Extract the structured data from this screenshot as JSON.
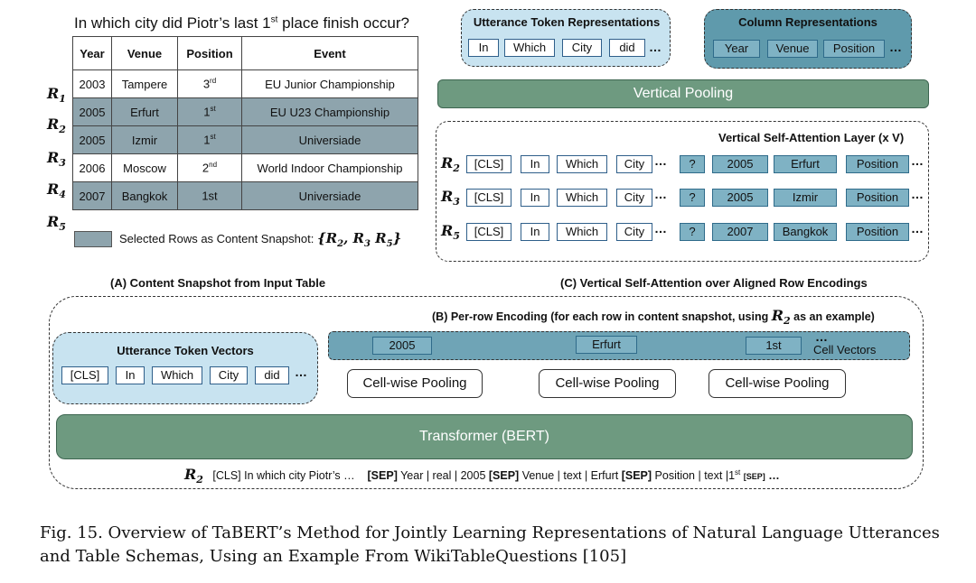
{
  "question": "In which city did Piotr’s last 1",
  "question_sup": "st",
  "question_end": " place finish occur?",
  "table": {
    "headers": [
      "Year",
      "Venue",
      "Position",
      "Event"
    ],
    "rows": [
      {
        "label": "R",
        "sub": "1",
        "year": "2003",
        "venue": "Tampere",
        "pos": "3",
        "pos_sup": "rd",
        "event": "EU Junior Championship",
        "selected": false
      },
      {
        "label": "R",
        "sub": "2",
        "year": "2005",
        "venue": "Erfurt",
        "pos": "1",
        "pos_sup": "st",
        "event": "EU U23 Championship",
        "selected": true
      },
      {
        "label": "R",
        "sub": "3",
        "year": "2005",
        "venue": "Izmir",
        "pos": "1",
        "pos_sup": "st",
        "event": "Universiade",
        "selected": true
      },
      {
        "label": "R",
        "sub": "4",
        "year": "2006",
        "venue": "Moscow",
        "pos": "2",
        "pos_sup": "nd",
        "event": "World Indoor Championship",
        "selected": false
      },
      {
        "label": "R",
        "sub": "5",
        "year": "2007",
        "venue": "Bangkok",
        "pos": "1st",
        "pos_sup": "",
        "event": "Universiade",
        "selected": true
      }
    ]
  },
  "legend_text": "Selected Rows as Content Snapshot: ",
  "legend_math": "{R",
  "label_a": "(A) Content Snapshot from Input Table",
  "label_c": "(C) Vertical Self-Attention over Aligned Row Encodings",
  "utterance_repr_title": "Utterance Token Representations",
  "utterance_repr_tokens": [
    "In",
    "Which",
    "City",
    "did"
  ],
  "column_repr_title": "Column Representations",
  "column_repr_tokens": [
    "Year",
    "Venue",
    "Position"
  ],
  "vertical_pooling": "Vertical Pooling",
  "vsa_title": "Vertical Self-Attention Layer (x V)",
  "vsa_rows": [
    {
      "label": "R",
      "sub": "2",
      "tokens": [
        "[CLS]",
        "In",
        "Which",
        "City"
      ],
      "q": "?",
      "year": "2005",
      "venue": "Erfurt",
      "col": "Position"
    },
    {
      "label": "R",
      "sub": "3",
      "tokens": [
        "[CLS]",
        "In",
        "Which",
        "City"
      ],
      "q": "?",
      "year": "2005",
      "venue": "Izmir",
      "col": "Position"
    },
    {
      "label": "R",
      "sub": "5",
      "tokens": [
        "[CLS]",
        "In",
        "Which",
        "City"
      ],
      "q": "?",
      "year": "2007",
      "venue": "Bangkok",
      "col": "Position"
    }
  ],
  "label_b": "(B) Per-row Encoding (for each row in content snapshot, using",
  "label_b_math": "R",
  "label_b_sub": "2",
  "label_b_end": "as an example)",
  "utterance_vec_title": "Utterance Token Vectors",
  "utterance_vec_tokens": [
    "[CLS]",
    "In",
    "Which",
    "City",
    "did"
  ],
  "cell_vectors": {
    "cells": [
      "2005",
      "Erfurt",
      "1st"
    ],
    "label": "Cell Vectors"
  },
  "cell_pooling": [
    "Cell-wise Pooling",
    "Cell-wise Pooling",
    "Cell-wise Pooling"
  ],
  "transformer": "Transformer (BERT)",
  "input_seq": {
    "label": "R",
    "sub": "2",
    "part1": "[CLS] In which city Piotr’s …",
    "sep": "[SEP]",
    "part2": " Year | real | 2005 ",
    "part3": " Venue | text | Erfurt ",
    "part4": " Position | text |1",
    "part4_sup": "st",
    "sep_small": "[SEP]",
    "tail": " …"
  },
  "caption": "Fig. 15.  Overview of TaBERT’s Method for Jointly Learning Representations of Natural Language Utterances and Table Schemas, Using an Example From WikiTableQuestions [105]"
}
